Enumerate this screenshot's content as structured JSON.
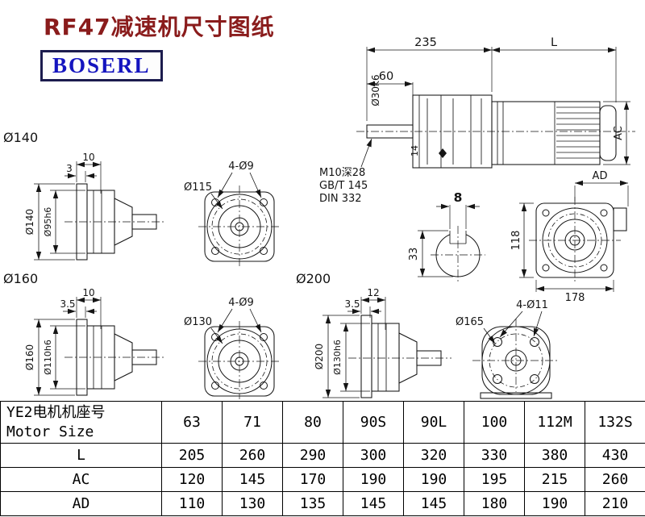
{
  "colors": {
    "title": "#8a1c1c",
    "logo_text": "#1414bf",
    "logo_border": "#1c1c4e",
    "line": "#151515"
  },
  "page": {
    "title": "RF47减速机尺寸图纸",
    "logo": "BOSERL"
  },
  "assembly": {
    "dim_width": "235",
    "dim_length": "L",
    "dim_shaft_len": "60",
    "shaft_dia": "Ø30k6",
    "dim_ac": "AC",
    "dim_ad": "AD",
    "dim_14": "14",
    "note_tap": "M10深28",
    "note_gb": "GB/T 145",
    "note_din": "DIN 332"
  },
  "shaft_section": {
    "key_width": "8",
    "key_height": "33"
  },
  "output_view": {
    "dim_height": "118",
    "dim_width": "178"
  },
  "flange140": {
    "label": "Ø140",
    "dim_flange_thk": "10",
    "dim_spigot_len": "3",
    "dim_outer": "Ø140",
    "dim_spigot": "Ø95h6"
  },
  "front115": {
    "holes": "4-Ø9",
    "bolt_circle": "Ø115"
  },
  "flange160": {
    "label": "Ø160",
    "dim_flange_thk": "10",
    "dim_spigot_len": "3.5",
    "dim_outer": "Ø160",
    "dim_spigot": "Ø110h6"
  },
  "front130": {
    "holes": "4-Ø9",
    "bolt_circle": "Ø130"
  },
  "flange200": {
    "label": "Ø200",
    "dim_flange_thk": "12",
    "dim_spigot_len": "3.5",
    "dim_outer": "Ø200",
    "dim_spigot": "Ø130h6"
  },
  "front165": {
    "holes": "4-Ø11",
    "bolt_circle": "Ø165"
  },
  "table": {
    "motor_label_cn": "YE2电机机座号",
    "motor_label_en": "Motor Size",
    "sizes": [
      "63",
      "71",
      "80",
      "90S",
      "90L",
      "100",
      "112M",
      "132S"
    ],
    "rows": [
      {
        "label": "L",
        "values": [
          "205",
          "260",
          "290",
          "300",
          "320",
          "330",
          "380",
          "430"
        ]
      },
      {
        "label": "AC",
        "values": [
          "120",
          "145",
          "170",
          "190",
          "190",
          "195",
          "215",
          "260"
        ]
      },
      {
        "label": "AD",
        "values": [
          "110",
          "130",
          "135",
          "145",
          "145",
          "180",
          "190",
          "210"
        ]
      }
    ]
  }
}
